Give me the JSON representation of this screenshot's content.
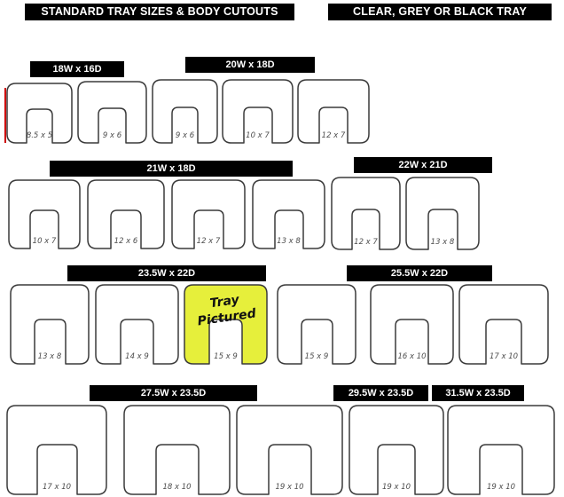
{
  "header": {
    "title_left": "STANDARD TRAY SIZES & BODY CUTOUTS",
    "title_right": "CLEAR, GREY OR BLACK TRAY"
  },
  "colors": {
    "bar_bg": "#000000",
    "bar_text": "#ffffff",
    "tray_outline": "#3a3a3a",
    "tray_fill": "#ffffff",
    "highlight_fill": "#e6ef3b",
    "size_label": "#4d4d4d",
    "annotation_red": "#cc0000"
  },
  "rows": [
    {
      "groups": [
        {
          "label": "18W x 16D",
          "trays": [
            "8.5 x 5",
            "9 x 6"
          ]
        },
        {
          "label": "20W x 18D",
          "trays": [
            "9 x 6",
            "10 x 7",
            "12 x 7"
          ]
        }
      ]
    },
    {
      "groups": [
        {
          "label": "21W x 18D",
          "trays": [
            "10 x 7",
            "12 x 6",
            "12 x 7",
            "13 x 8"
          ]
        },
        {
          "label": "22W x 21D",
          "trays": [
            "12 x 7",
            "13 x 8"
          ]
        }
      ]
    },
    {
      "groups": [
        {
          "label": "23.5W x 22D",
          "trays": [
            "13 x 8",
            "14 x 9",
            "15 x 9"
          ]
        },
        {
          "label": "25.5W x 22D",
          "trays": [
            "15 x 9",
            "16 x 10",
            "17 x 10"
          ]
        }
      ]
    },
    {
      "groups": [
        {
          "label": "27.5W x 23.5D",
          "trays": [
            "17 x 10",
            "18 x 10",
            "19 x 10"
          ]
        },
        {
          "label": "29.5W x 23.5D",
          "trays": [
            "19 x 10"
          ]
        },
        {
          "label": "31.5W x 23.5D",
          "trays": [
            "19 x 10"
          ]
        }
      ]
    }
  ],
  "highlight": {
    "row": 2,
    "tray": 2,
    "note_line1": "Tray",
    "note_line2": "Pictured"
  }
}
